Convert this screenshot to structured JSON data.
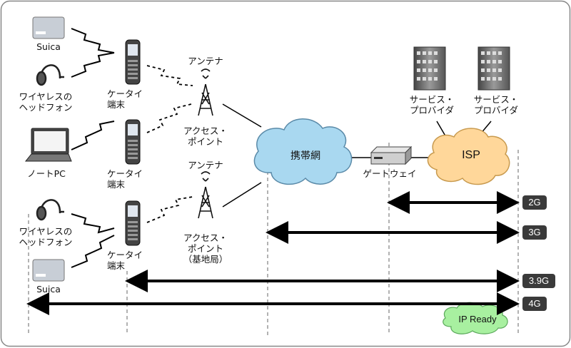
{
  "devices": {
    "suica_top": "Suica",
    "headset_top": "ワイヤレスの\nヘッドフォン",
    "laptop": "ノートPC",
    "headset_bottom": "ワイヤレスの\nヘッドフォン",
    "suica_bottom": "Suica"
  },
  "phones": {
    "phone1": "ケータイ\n端末",
    "phone2": "ケータイ\n端末",
    "phone3": "ケータイ\n端末"
  },
  "antennas": {
    "antenna1_label": "アンテナ",
    "ap1_label": "アクセス・\nポイント",
    "antenna2_label": "アンテナ",
    "ap2_label": "アクセス・\nポイント\n（基地局）"
  },
  "network": {
    "mobile_net": "携帯網",
    "gateway": "ゲートウェイ",
    "isp": "ISP",
    "provider1": "サービス・\nプロバイダ",
    "provider2": "サービス・\nプロバイダ"
  },
  "generations": {
    "g2": "2G",
    "g3": "3G",
    "g39": "3.9G",
    "g4": "4G",
    "ip_ready": "IP Ready"
  },
  "colors": {
    "cloud_mobile": "#a9d8f0",
    "cloud_isp": "#ffd79a",
    "cloud_ip": "#a8f0a0",
    "badge": "#3a3a3a"
  }
}
